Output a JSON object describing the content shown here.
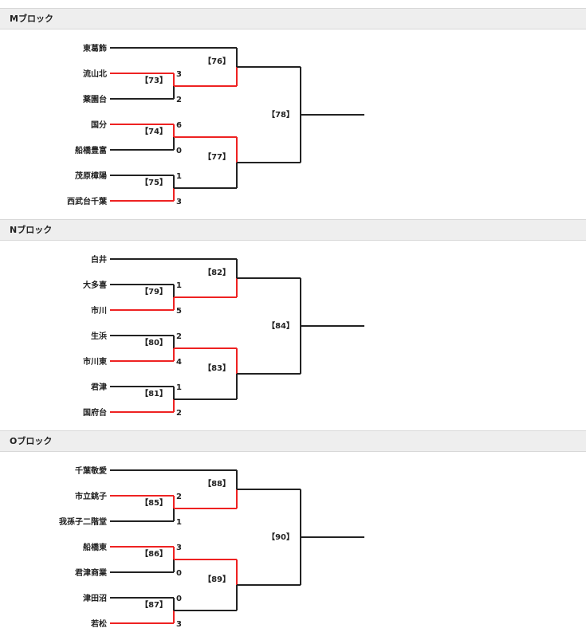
{
  "colors": {
    "win": "#ee2222",
    "line": "#222222",
    "header_bg": "#eeeeee"
  },
  "blocks": [
    {
      "title": "Mブロック",
      "teams": [
        "東葛飾",
        "流山北",
        "薬園台",
        "国分",
        "船橋豊富",
        "茂原樟陽",
        "西武台千葉"
      ],
      "r1": [
        {
          "label": "【73】",
          "scores": [
            "3",
            "2"
          ],
          "winner": 0
        },
        {
          "label": "【74】",
          "scores": [
            "6",
            "0"
          ],
          "winner": 0
        },
        {
          "label": "【75】",
          "scores": [
            "1",
            "3"
          ],
          "winner": 1
        }
      ],
      "r2": [
        {
          "label": "【76】",
          "winner": 1
        },
        {
          "label": "【77】",
          "winner": 0
        }
      ],
      "final": {
        "label": "【78】"
      }
    },
    {
      "title": "Nブロック",
      "teams": [
        "白井",
        "大多喜",
        "市川",
        "生浜",
        "市川東",
        "君津",
        "国府台"
      ],
      "r1": [
        {
          "label": "【79】",
          "scores": [
            "1",
            "5"
          ],
          "winner": 1
        },
        {
          "label": "【80】",
          "scores": [
            "2",
            "4"
          ],
          "winner": 1
        },
        {
          "label": "【81】",
          "scores": [
            "1",
            "2"
          ],
          "winner": 1
        }
      ],
      "r2": [
        {
          "label": "【82】",
          "winner": 1
        },
        {
          "label": "【83】",
          "winner": 0
        }
      ],
      "final": {
        "label": "【84】"
      }
    },
    {
      "title": "Oブロック",
      "teams": [
        "千葉敬愛",
        "市立銚子",
        "我孫子二階堂",
        "船橋東",
        "君津商業",
        "津田沼",
        "若松"
      ],
      "r1": [
        {
          "label": "【85】",
          "scores": [
            "2",
            "1"
          ],
          "winner": 0
        },
        {
          "label": "【86】",
          "scores": [
            "3",
            "0"
          ],
          "winner": 0
        },
        {
          "label": "【87】",
          "scores": [
            "0",
            "3"
          ],
          "winner": 1
        }
      ],
      "r2": [
        {
          "label": "【88】",
          "winner": 1
        },
        {
          "label": "【89】",
          "winner": 0
        }
      ],
      "final": {
        "label": "【90】"
      }
    }
  ]
}
